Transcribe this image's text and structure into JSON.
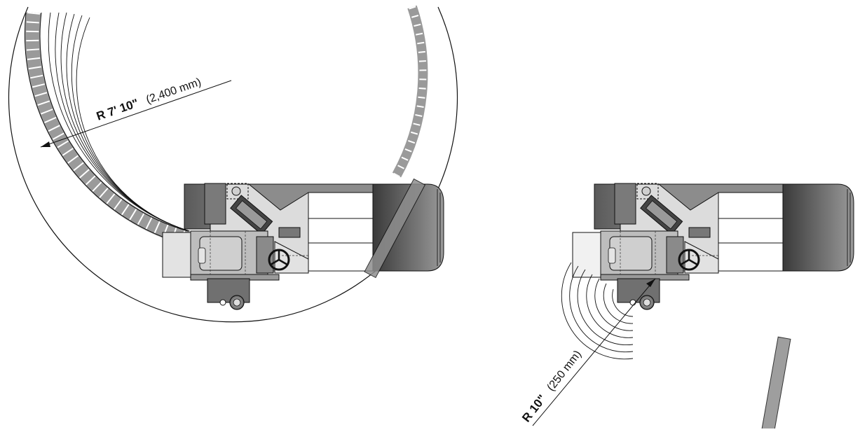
{
  "diagrams": [
    {
      "radius_value": "R 7' 10\"",
      "radius_metric": "(2,400 mm)"
    },
    {
      "radius_value": "R 10\"",
      "radius_metric": "(250 mm)"
    }
  ],
  "colors": {
    "line": "#111111",
    "dark_body": "#6e6e6e",
    "mid_body": "#9a9a9a",
    "light_body": "#d9d9d9",
    "white": "#ffffff"
  }
}
